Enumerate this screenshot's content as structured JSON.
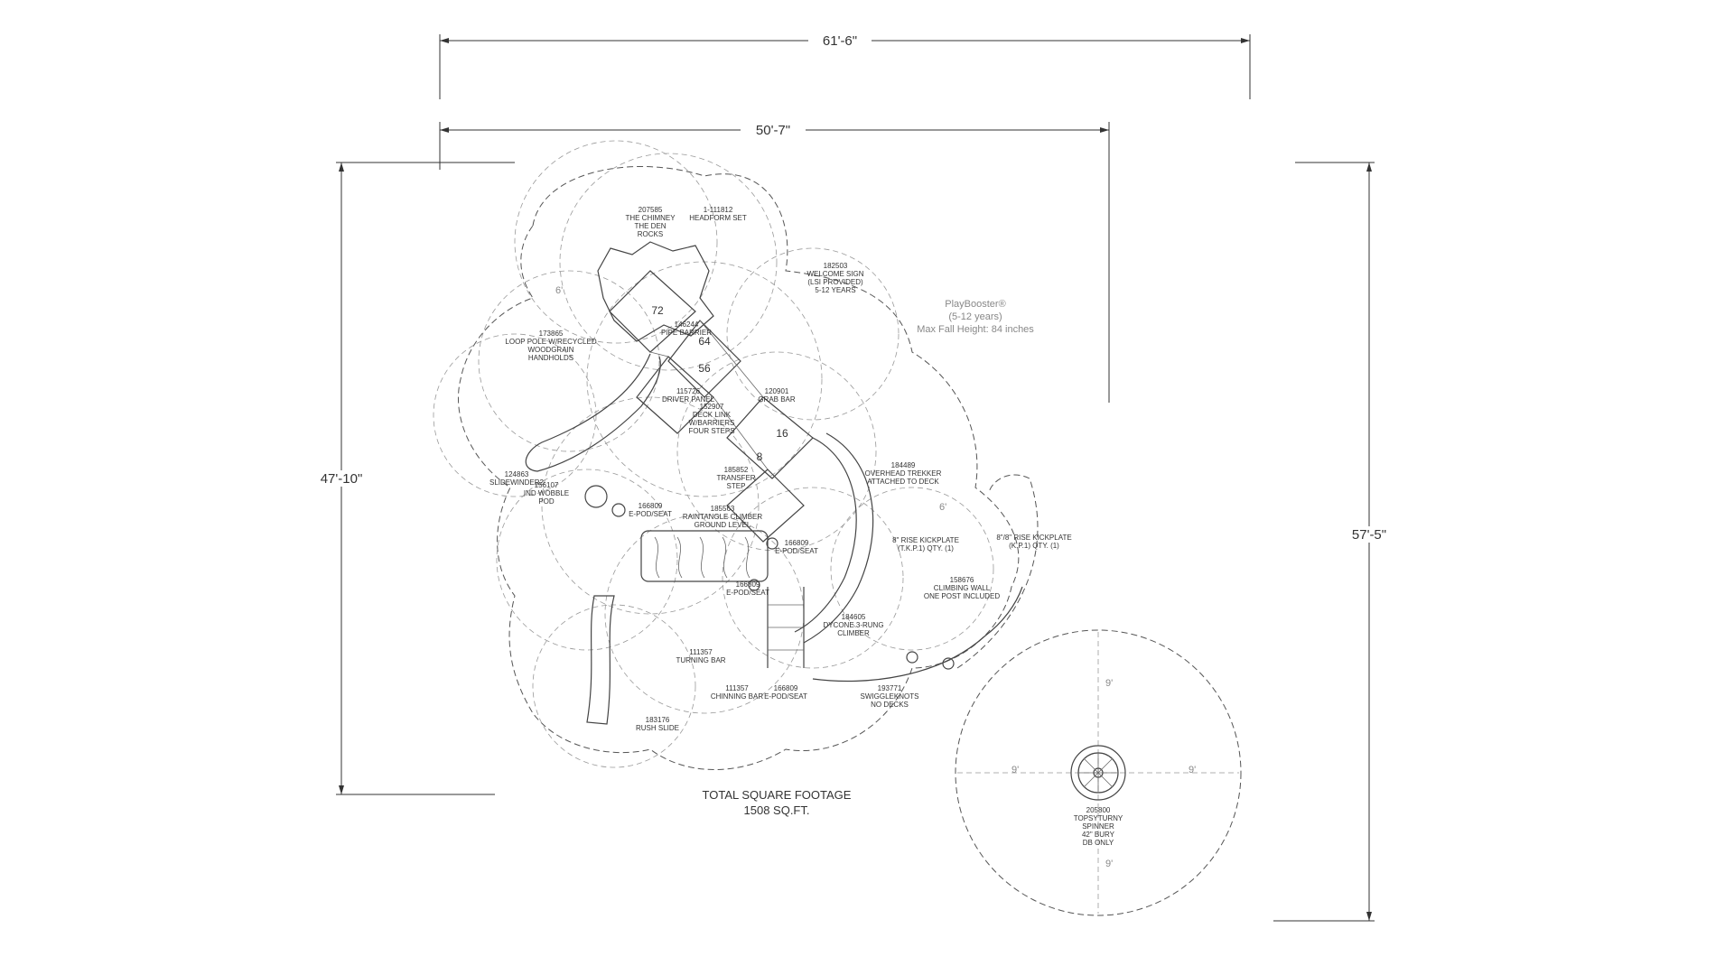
{
  "dimensions": {
    "overall_width": "61'-6\"",
    "inner_width": "50'-7\"",
    "left_height": "47'-10\"",
    "right_height": "57'-5\""
  },
  "brand": {
    "name": "PlayBooster®",
    "ages": "(5-12 years)",
    "fall_height": "Max Fall Height: 84 inches"
  },
  "footage": {
    "line1": "TOTAL SQUARE FOOTAGE",
    "line2": "1508 SQ.FT."
  },
  "deck_heights": [
    "72",
    "64",
    "56",
    "16",
    "8"
  ],
  "zone_marks": [
    "6'",
    "6'",
    "9'",
    "9'",
    "9'",
    "9'"
  ],
  "callouts": [
    {
      "id": "chimney",
      "lines": [
        "207585",
        "THE CHIMNEY",
        "THE DEN",
        "ROCKS"
      ]
    },
    {
      "id": "headform",
      "lines": [
        "1-111812",
        "HEADFORM SET"
      ]
    },
    {
      "id": "welcome",
      "lines": [
        "182503",
        "WELCOME SIGN",
        "(LSI PROVIDED)",
        "5-12 YEARS"
      ]
    },
    {
      "id": "pipe-barrier",
      "lines": [
        "146244",
        "PIPE BARRIER"
      ]
    },
    {
      "id": "loop-pole",
      "lines": [
        "173865",
        "LOOP POLE W/RECYCLED",
        "WOODGRAIN",
        "HANDHOLDS"
      ]
    },
    {
      "id": "driver-panel",
      "lines": [
        "115726",
        "DRIVER PANEL"
      ]
    },
    {
      "id": "grab-bar",
      "lines": [
        "120901",
        "GRAB BAR"
      ]
    },
    {
      "id": "deck-link",
      "lines": [
        "152907",
        "DECK LINK",
        "W/BARRIERS",
        "FOUR STEPS"
      ]
    },
    {
      "id": "slidewinder",
      "lines": [
        "124863",
        "SLIDEWINDER2"
      ]
    },
    {
      "id": "wobble-pod",
      "lines": [
        "156107",
        "IND WOBBLE",
        "POD"
      ]
    },
    {
      "id": "transfer-step",
      "lines": [
        "185852",
        "TRANSFER",
        "STEP"
      ]
    },
    {
      "id": "trekker",
      "lines": [
        "184489",
        "OVERHEAD TREKKER",
        "ATTACHED TO DECK"
      ]
    },
    {
      "id": "epod-1",
      "lines": [
        "166809",
        "E-POD/SEAT"
      ]
    },
    {
      "id": "rainforest",
      "lines": [
        "185563",
        "RAINTANGLE CLIMBER",
        "GROUND LEVEL"
      ]
    },
    {
      "id": "epod-2",
      "lines": [
        "166809",
        "E-POD/SEAT"
      ]
    },
    {
      "id": "kickplate-1",
      "lines": [
        "8\" RISE KICKPLATE",
        "(T.K.P.1) QTY. (1)"
      ]
    },
    {
      "id": "kickplate-2",
      "lines": [
        "8\"/8\" RISE KICKPLATE",
        "(K.P.1) QTY. (1)"
      ]
    },
    {
      "id": "climbing-wall",
      "lines": [
        "158676",
        "CLIMBING WALL",
        "ONE POST INCLUDED"
      ]
    },
    {
      "id": "epod-3",
      "lines": [
        "166809",
        "E-POD/SEAT"
      ]
    },
    {
      "id": "dna-climber",
      "lines": [
        "184605",
        "DYCONE 3-RUNG",
        "CLIMBER"
      ]
    },
    {
      "id": "turning-bar",
      "lines": [
        "111357",
        "TURNING BAR"
      ]
    },
    {
      "id": "chinning-bar",
      "lines": [
        "111357",
        "CHINNING BAR"
      ]
    },
    {
      "id": "epod-4",
      "lines": [
        "166809",
        "E-POD/SEAT"
      ]
    },
    {
      "id": "swiggles",
      "lines": [
        "193771",
        "SWIGGLEKNOTS",
        "NO DECKS"
      ]
    },
    {
      "id": "rush-slide",
      "lines": [
        "183176",
        "RUSH SLIDE"
      ]
    },
    {
      "id": "spinner",
      "lines": [
        "205800",
        "TOPSYTURNY",
        "SPINNER",
        "42\" BURY",
        "DB ONLY"
      ]
    }
  ]
}
